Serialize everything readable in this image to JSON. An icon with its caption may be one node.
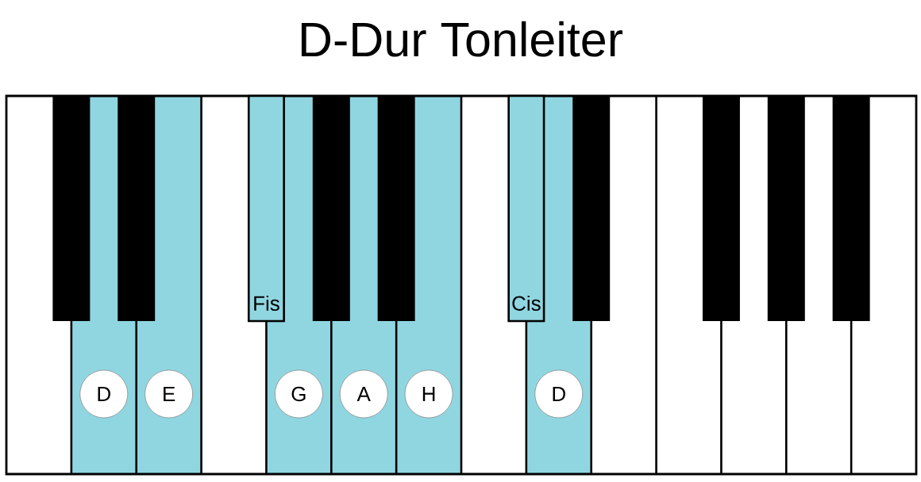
{
  "diagram": {
    "title": "D-Dur Tonleiter",
    "nodes": [
      {
        "text": [
          "D"
        ]
      },
      {
        "text": [
          "E"
        ]
      },
      {
        "text": [
          "Fis"
        ]
      },
      {
        "text": [
          "G"
        ]
      },
      {
        "text": [
          "A"
        ]
      },
      {
        "text": [
          "H"
        ]
      },
      {
        "text": [
          "Cis"
        ]
      },
      {
        "text": [
          "D"
        ]
      }
    ]
  }
}
